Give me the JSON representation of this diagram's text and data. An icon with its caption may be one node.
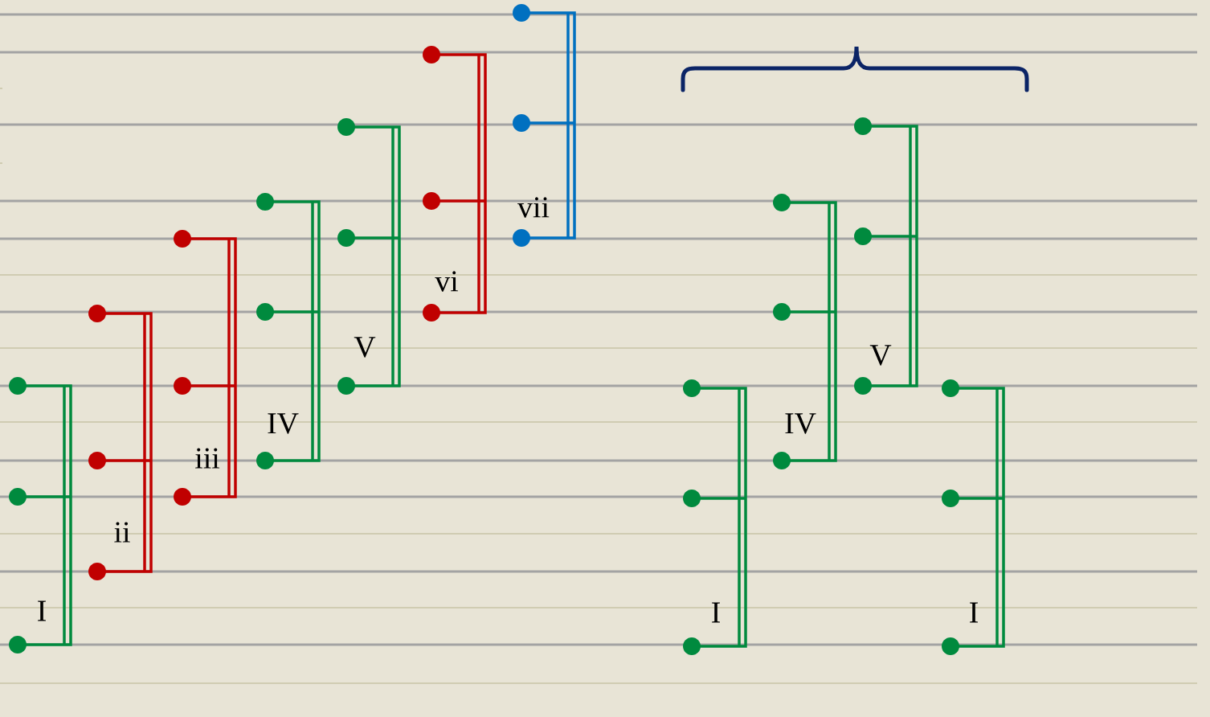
{
  "diagram": {
    "labels": [
      "I",
      "ii",
      "iii",
      "IV",
      "V",
      "vi",
      "vii",
      "I",
      "IV",
      "V",
      "I"
    ]
  }
}
